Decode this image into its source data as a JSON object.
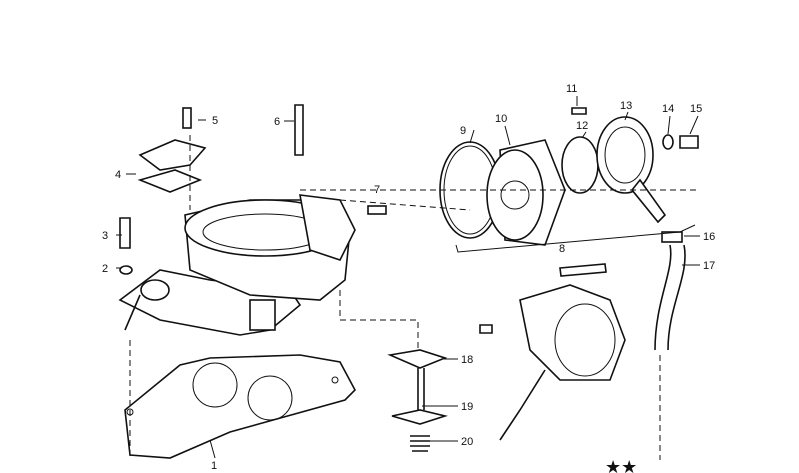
{
  "diagram": {
    "labels": [
      "1",
      "2",
      "3",
      "4",
      "5",
      "6",
      "7",
      "8",
      "9",
      "10",
      "11",
      "12",
      "13",
      "14",
      "15",
      "16",
      "17",
      "18",
      "19",
      "20"
    ],
    "marks": "★★",
    "colors": {
      "ink": "#111111",
      "background": "#ffffff"
    }
  }
}
